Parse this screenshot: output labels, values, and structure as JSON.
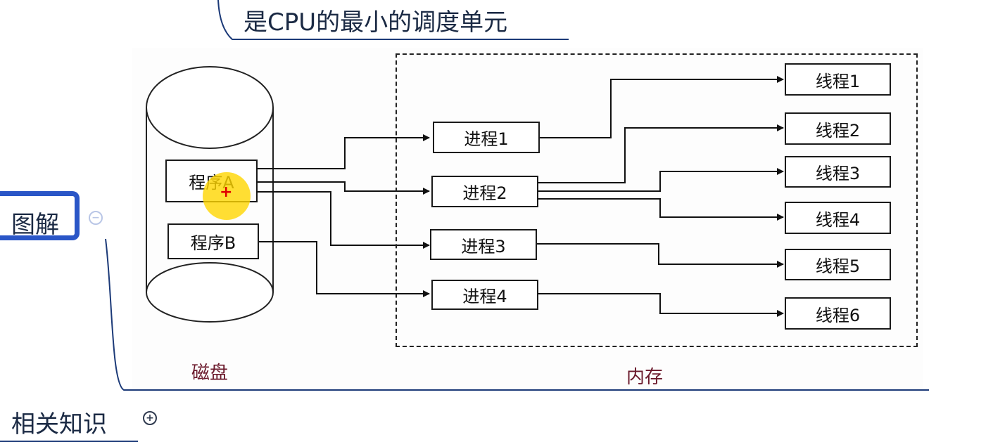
{
  "mindmap": {
    "top_node": "是CPU的最小的调度单元",
    "diagram_node": "图解",
    "related_node": "相关知识",
    "collapse_glyph": "−",
    "expand_glyph": "+"
  },
  "diagram": {
    "disk_label": "磁盘",
    "memory_label": "内存",
    "programs": [
      "程序A",
      "程序B"
    ],
    "processes": [
      "进程1",
      "进程2",
      "进程3",
      "进程4"
    ],
    "threads": [
      "线程1",
      "线程2",
      "线程3",
      "线程4",
      "线程5",
      "线程6"
    ],
    "edges": [
      {
        "from": "程序A",
        "to": "进程1"
      },
      {
        "from": "程序A",
        "to": "进程2"
      },
      {
        "from": "程序A",
        "to": "进程3"
      },
      {
        "from": "程序B",
        "to": "进程4"
      },
      {
        "from": "进程1",
        "to": "线程1"
      },
      {
        "from": "进程2",
        "to": "线程2"
      },
      {
        "from": "进程2",
        "to": "线程3"
      },
      {
        "from": "进程2",
        "to": "线程4"
      },
      {
        "from": "进程3",
        "to": "线程5"
      },
      {
        "from": "进程4",
        "to": "线程6"
      }
    ]
  },
  "colors": {
    "branch_line": "#1c3a78",
    "selected_border": "#2a56c7",
    "caption": "#6b1a2c",
    "cursor_highlight": "#ffd600"
  }
}
